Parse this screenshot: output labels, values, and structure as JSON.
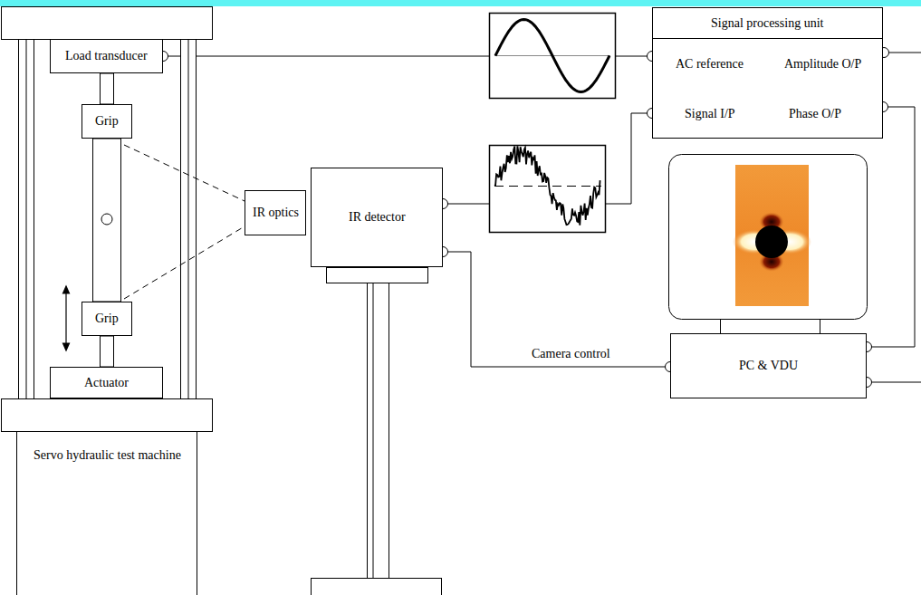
{
  "diagram": {
    "nodes": [
      {
        "text": [
          "Load transducer"
        ]
      },
      {
        "text": [
          "Grip"
        ]
      },
      {
        "text": [
          "Grip"
        ]
      },
      {
        "text": [
          "Actuator"
        ]
      },
      {
        "text": [
          "Servo hydraulic test machine"
        ]
      },
      {
        "text": [
          "IR optics"
        ]
      },
      {
        "text": [
          "IR detector"
        ]
      },
      {
        "text": [
          "Signal processing unit",
          "AC reference",
          "Amplitude O/P",
          "Signal I/P",
          "Phase O/P"
        ]
      },
      {
        "text": [
          "PC & VDU"
        ]
      }
    ],
    "edges": [
      {
        "from": 0,
        "to": 7,
        "arrow": "none"
      },
      {
        "from": 6,
        "to": 7,
        "arrow": "none"
      },
      {
        "from": 6,
        "to": 8,
        "label": "Camera control",
        "arrow": "none"
      },
      {
        "from": 7,
        "to": 8,
        "arrow": "none"
      }
    ]
  }
}
